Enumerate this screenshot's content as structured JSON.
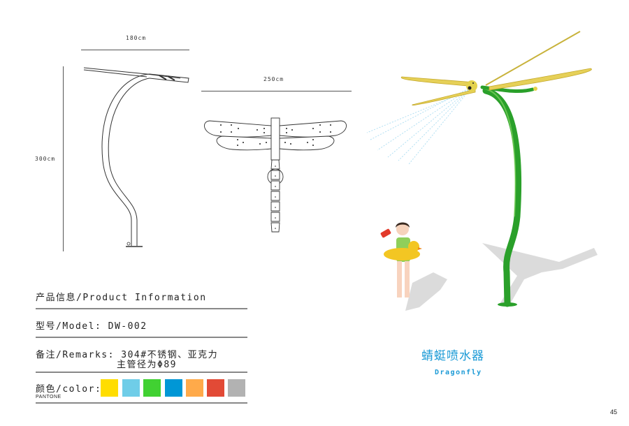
{
  "drawings": {
    "side_view": {
      "width_label": "180cm",
      "height_label": "300cm"
    },
    "top_view": {
      "width_label": "250cm"
    }
  },
  "info": {
    "heading": "产品信息/Product Information",
    "model": "型号/Model: DW-002",
    "remarks_line1": "备注/Remarks: 304#不锈钢、亚克力",
    "remarks_line2": "主管径为Φ89",
    "color_label": "颜色/color:",
    "pantone_label": "PANTONE",
    "swatches": [
      {
        "color": "#ffdd00"
      },
      {
        "color": "#6fcde8"
      },
      {
        "color": "#41d132"
      },
      {
        "color": "#0097d6"
      },
      {
        "color": "#ffaa4a"
      },
      {
        "color": "#e24a36"
      },
      {
        "color": "#b2b2b2"
      }
    ]
  },
  "product": {
    "name_cn": "蜻蜓喷水器",
    "name_en": "Dragonfly"
  },
  "page_number": "45"
}
